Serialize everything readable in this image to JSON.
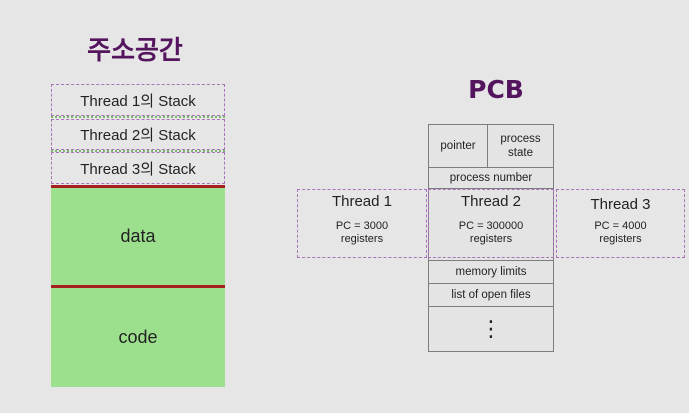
{
  "address_space": {
    "title": "주소공간",
    "stacks": [
      "Thread 1의 Stack",
      "Thread 2의 Stack",
      "Thread 3의 Stack"
    ],
    "data_label": "data",
    "code_label": "code"
  },
  "pcb": {
    "title": "PCB",
    "pointer": "pointer",
    "process_state_line1": "process",
    "process_state_line2": "state",
    "process_number": "process number",
    "memory_limits": "memory limits",
    "open_files": "list of open files",
    "ellipsis": "⋮"
  },
  "threads": [
    {
      "name": "Thread 1",
      "pc": "PC = 3000",
      "registers": "registers"
    },
    {
      "name": "Thread 2",
      "pc": "PC =  300000",
      "registers": "registers"
    },
    {
      "name": "Thread 3",
      "pc": "PC =  4000",
      "registers": "registers"
    }
  ],
  "colors": {
    "title": "#55145e",
    "segment_fill": "#9ce08e",
    "segment_divider": "#a61f1f",
    "dashed_border": "#a873b8"
  }
}
